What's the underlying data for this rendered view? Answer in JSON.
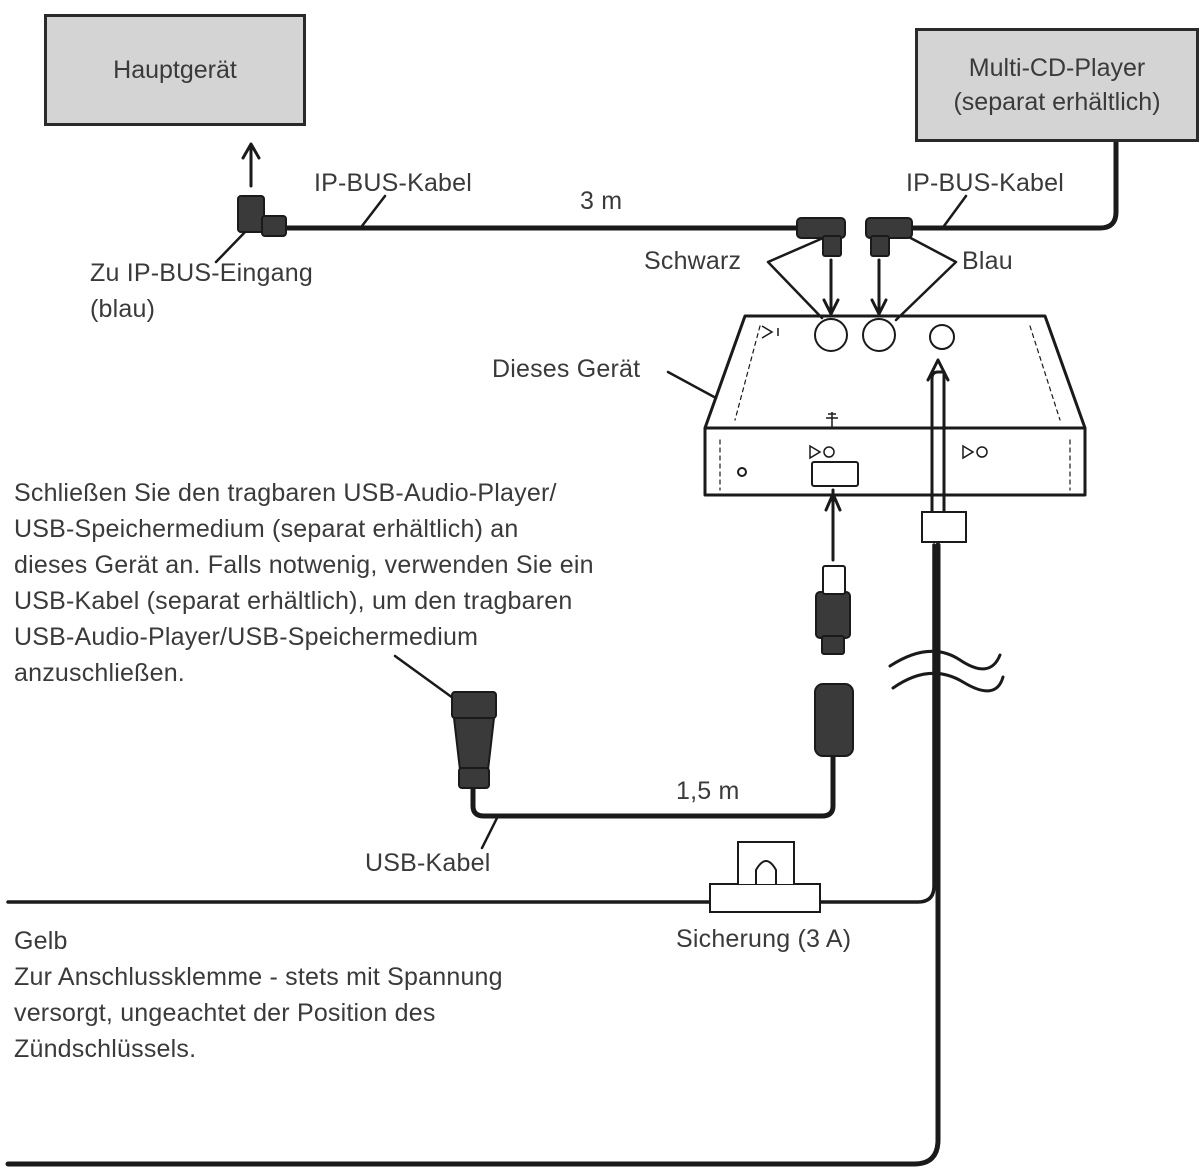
{
  "boxes": {
    "head_unit": "Hauptgerät",
    "multi_cd_line1": "Multi-CD-Player",
    "multi_cd_line2": "(separat erhältlich)"
  },
  "labels": {
    "ipbus_cable_left": "IP-BUS-Kabel",
    "length_3m": "3 m",
    "ipbus_cable_right": "IP-BUS-Kabel",
    "ipbus_input_line1": "Zu IP-BUS-Eingang",
    "ipbus_input_line2": "(blau)",
    "black": "Schwarz",
    "blue": "Blau",
    "this_unit": "Dieses Gerät",
    "usb_note": [
      "Schließen Sie den tragbaren USB-Audio-Player/",
      "USB-Speichermedium (separat erhältlich) an",
      "dieses Gerät an.  Falls notwenig, verwenden Sie ein",
      "USB-Kabel (separat erhältlich), um den tragbaren",
      "USB-Audio-Player/USB-Speichermedium",
      "anzuschließen."
    ],
    "length_1_5m": "1,5 m",
    "usb_cable": "USB-Kabel",
    "fuse": "Sicherung (3 A)",
    "yellow_note": [
      "Gelb",
      "Zur Anschlussklemme - stets mit Spannung",
      "versorgt, ungeachtet der Position des",
      "Zündschlüssels."
    ]
  },
  "icons": [
    "usb-icon",
    "output-jack-icon",
    "antenna-icon"
  ],
  "colors": {
    "line": "#1a1a1a",
    "box_fill": "#d4d4d4",
    "text": "#3a3a3a",
    "connector": "#3a3a3a"
  }
}
